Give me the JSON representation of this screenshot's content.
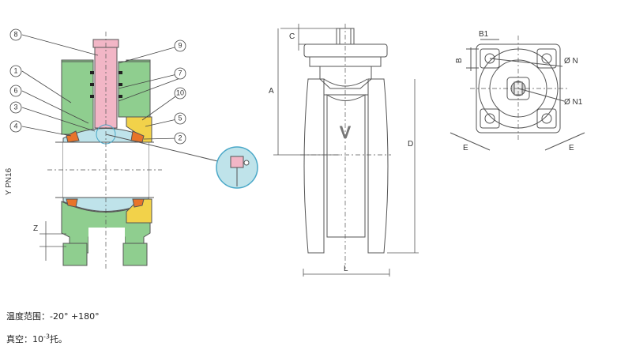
{
  "callouts": [
    "8",
    "9",
    "1",
    "7",
    "6",
    "10",
    "3",
    "5",
    "4",
    "2"
  ],
  "dimensions": {
    "c": "C",
    "a": "A",
    "d": "D",
    "l": "L",
    "b1": "B1",
    "b": "B",
    "n": "Ø N",
    "n1": "Ø N1",
    "e": "E",
    "z": "Z",
    "series": "Y PN16",
    "body_letter": "V"
  },
  "notes": {
    "temperature": "温度范围：-20° +180°",
    "vacuum_prefix": "真空：10",
    "vacuum_exp": "-3",
    "vacuum_suffix": "托。"
  },
  "colors": {
    "body": "#8fce8f",
    "stem": "#f2b6c6",
    "ball": "#bfe3ea",
    "seal": "#f2d24a",
    "gasket": "#e8742a",
    "line": "#555555"
  }
}
